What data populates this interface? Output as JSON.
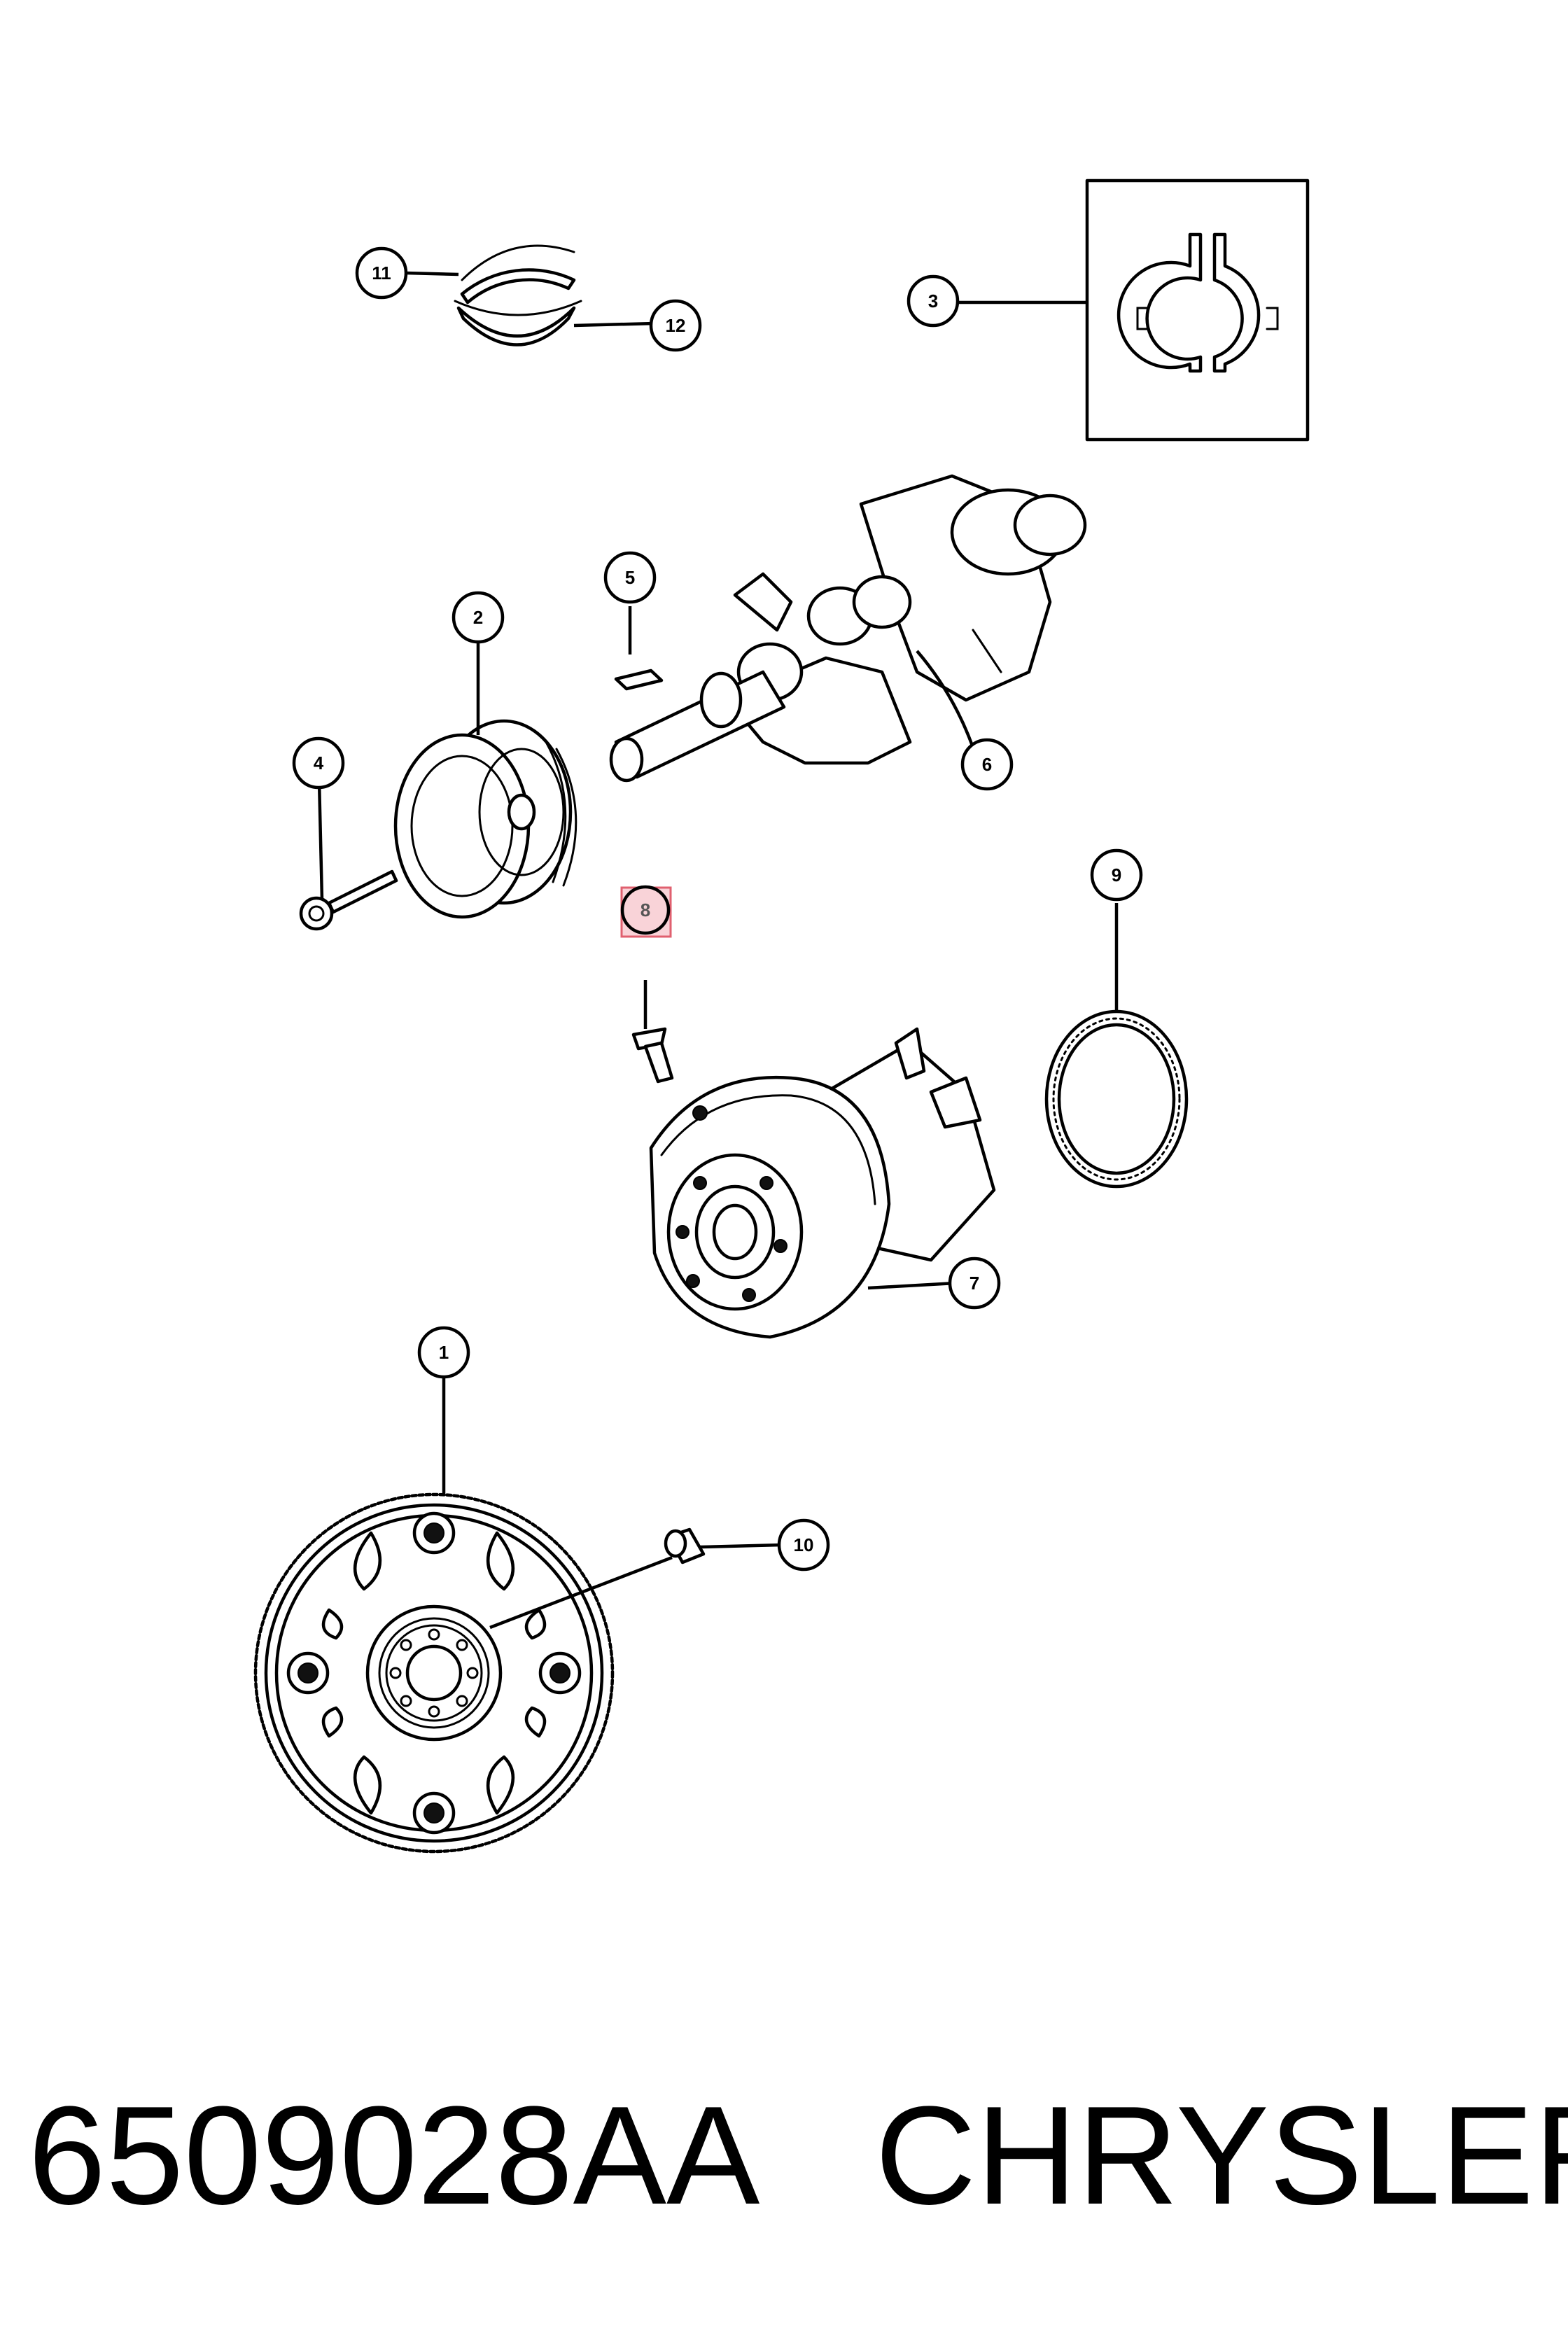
{
  "caption": {
    "part_number": "6509028AA",
    "brand": "CHRYSLER"
  },
  "callouts": [
    {
      "label": "1"
    },
    {
      "label": "2"
    },
    {
      "label": "3"
    },
    {
      "label": "4"
    },
    {
      "label": "5"
    },
    {
      "label": "6"
    },
    {
      "label": "7"
    },
    {
      "label": "8",
      "highlighted": true
    },
    {
      "label": "9"
    },
    {
      "label": "10"
    },
    {
      "label": "11"
    },
    {
      "label": "12"
    }
  ],
  "colors": {
    "line": "#000000",
    "background": "#ffffff",
    "highlight_fill": "#f9d3d8",
    "highlight_stroke": "#e0606f"
  }
}
